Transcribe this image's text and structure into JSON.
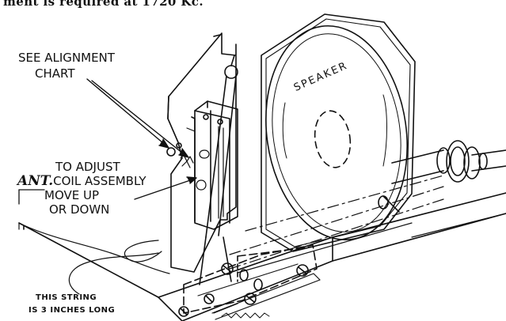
{
  "header": {
    "text": "ment is required at 1720 Kc."
  },
  "labels": {
    "alignment_line1": "SEE ALIGNMENT",
    "alignment_line2": "CHART",
    "adjust_line1": "TO ADJUST",
    "adjust_ant": "ANT.",
    "adjust_line2_rest": "COIL ASSEMBLY",
    "adjust_line3": "MOVE UP",
    "adjust_line4": "OR DOWN",
    "string_line1": "THIS STRING",
    "string_line2": "IS 3 INCHES LONG",
    "speaker": "SPEAKER"
  },
  "colors": {
    "ink": "#111111",
    "paper": "#ffffff"
  }
}
